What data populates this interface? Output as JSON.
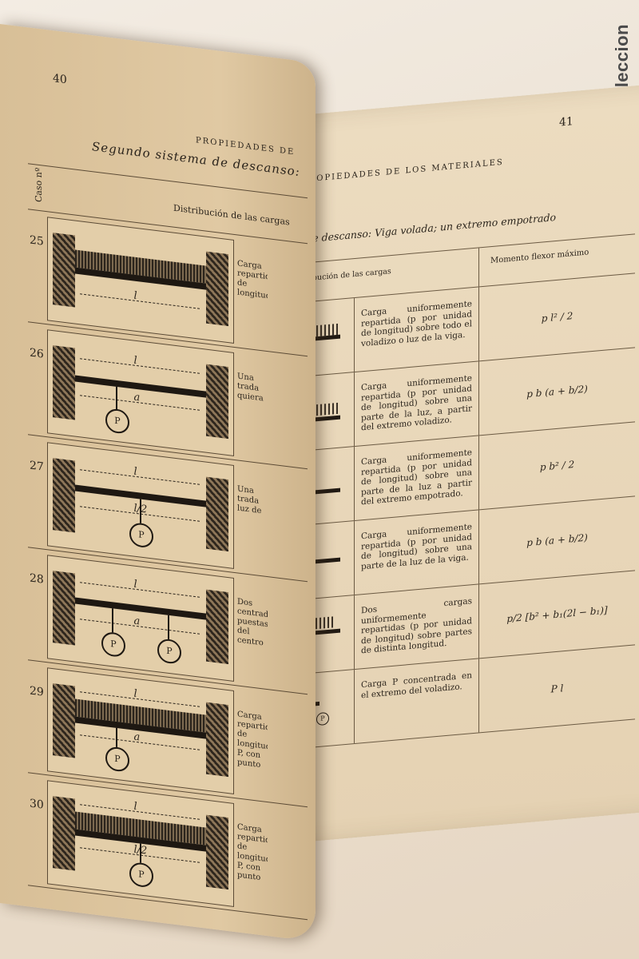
{
  "watermark": "todocoleccion",
  "left_page": {
    "page_number": "40",
    "running_head": "PROPIEDADES DE",
    "subtitle": "Segundo sistema de descanso:",
    "col_case": "Caso nº",
    "col_distribution": "Distribución de las cargas",
    "rows": [
      {
        "num": "25",
        "text": "Carga repartida de longitud"
      },
      {
        "num": "26",
        "text": "Una trada quiera"
      },
      {
        "num": "27",
        "text": "Una trada luz de"
      },
      {
        "num": "28",
        "text": "Dos centrada puestas del centro"
      },
      {
        "num": "29",
        "text": "Carga repartida de longitud P, con punto"
      },
      {
        "num": "30",
        "text": "Carga repartida de longitud P, con punto"
      }
    ]
  },
  "right_page": {
    "page_number": "41",
    "running_head": "PROPIEDADES DE LOS MATERIALES",
    "subtitle": "ma de descanso: Viga volada; un extremo empotrado",
    "col_distribution": "Distribución de las cargas",
    "col_moment": "Momento flexor máximo",
    "rows": [
      {
        "desc": "Carga uniformemente repartida (p por unidad de longitud) sobre todo el voladizo o luz de la viga.",
        "moment": "p l² / 2"
      },
      {
        "desc": "Carga uniformemente repartida (p por unidad de longitud) sobre una parte de la luz, a partir del extremo voladizo.",
        "moment": "p b (a + b/2)"
      },
      {
        "desc": "Carga uniformemente repartida (p por unidad de longitud) sobre una parte de la luz a partir del extremo empotrado.",
        "moment": "p b² / 2"
      },
      {
        "desc": "Carga uniformemente repartida (p por unidad de longitud) sobre una parte de la luz de la viga.",
        "moment": "p b (a + b/2)"
      },
      {
        "desc": "Dos cargas uniformemente repartidas (p por unidad de longitud) sobre partes de distinta longitud.",
        "moment": "p/2 [b² + b₁(2l − b₁)]"
      },
      {
        "desc": "Carga P concentrada en el extremo del voladizo.",
        "moment": "P l"
      }
    ]
  },
  "symbols": {
    "length": "l",
    "a": "a",
    "half": "l/2",
    "load": "P",
    "b": "b",
    "b1": "b₁"
  }
}
